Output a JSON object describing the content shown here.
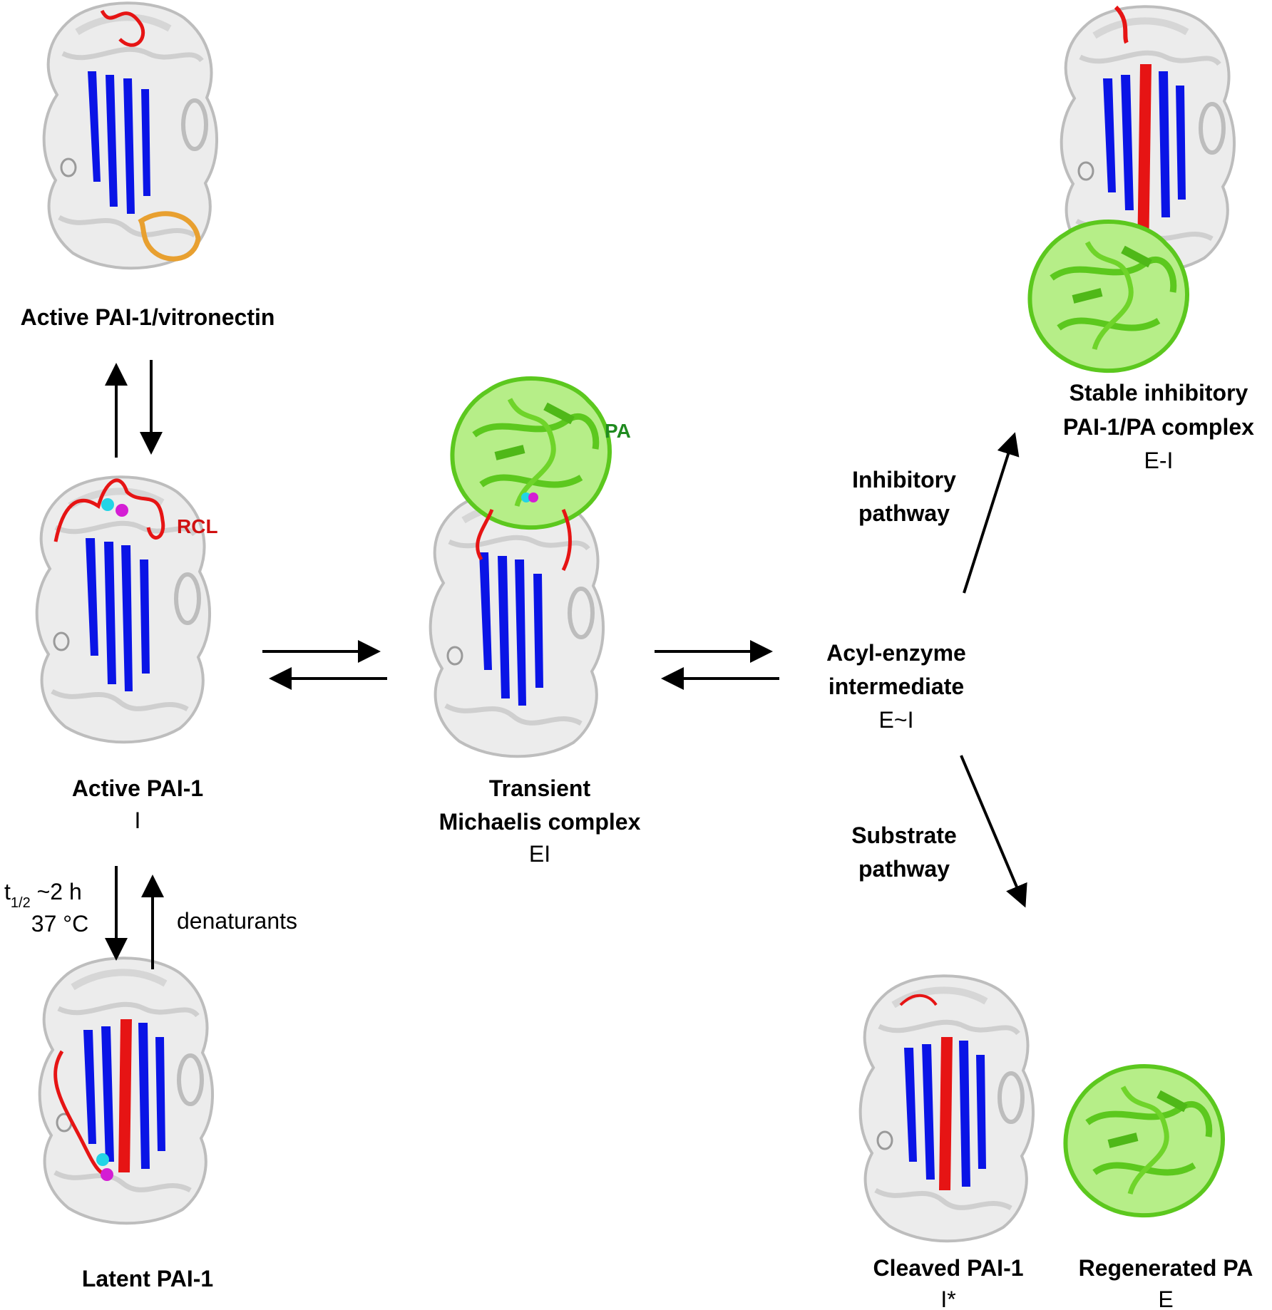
{
  "states": {
    "vitronectin": {
      "name": "Active PAI-1/vitronectin"
    },
    "active": {
      "name": "Active PAI-1",
      "symbol": "I"
    },
    "latent": {
      "name": "Latent PAI-1"
    },
    "michaelis": {
      "name_line1": "Transient",
      "name_line2": "Michaelis complex",
      "symbol": "EI"
    },
    "acyl": {
      "name_line1": "Acyl-enzyme",
      "name_line2": "intermediate",
      "symbol": "E~I"
    },
    "stable": {
      "name_line1": "Stable inhibitory",
      "name_line2": "PAI-1/PA complex",
      "symbol": "E-I"
    },
    "cleaved": {
      "name": "Cleaved PAI-1",
      "symbol": "I*"
    },
    "regenerated": {
      "name": "Regenerated PA",
      "symbol": "E"
    }
  },
  "annotations": {
    "rcl": "RCL",
    "pa": "PA",
    "halflife_t": "t",
    "halflife_sub": "1/2",
    "halflife_rest": " ~2 h",
    "temperature": "37 °C",
    "denaturants": "denaturants",
    "inhibitory_line1": "Inhibitory",
    "inhibitory_line2": "pathway",
    "substrate_line1": "Substrate",
    "substrate_line2": "pathway"
  },
  "colors": {
    "beta_sheet": "#0a14e6",
    "rcl": "#e61414",
    "rcl_label": "#d01010",
    "protease": "#66dd22",
    "protease_label": "#1f8a1f",
    "vitronectin": "#e8a030",
    "ribbon_grey": "#c8c8c8",
    "sphere_cyan": "#22d4e6",
    "sphere_magenta": "#d41ed4"
  }
}
